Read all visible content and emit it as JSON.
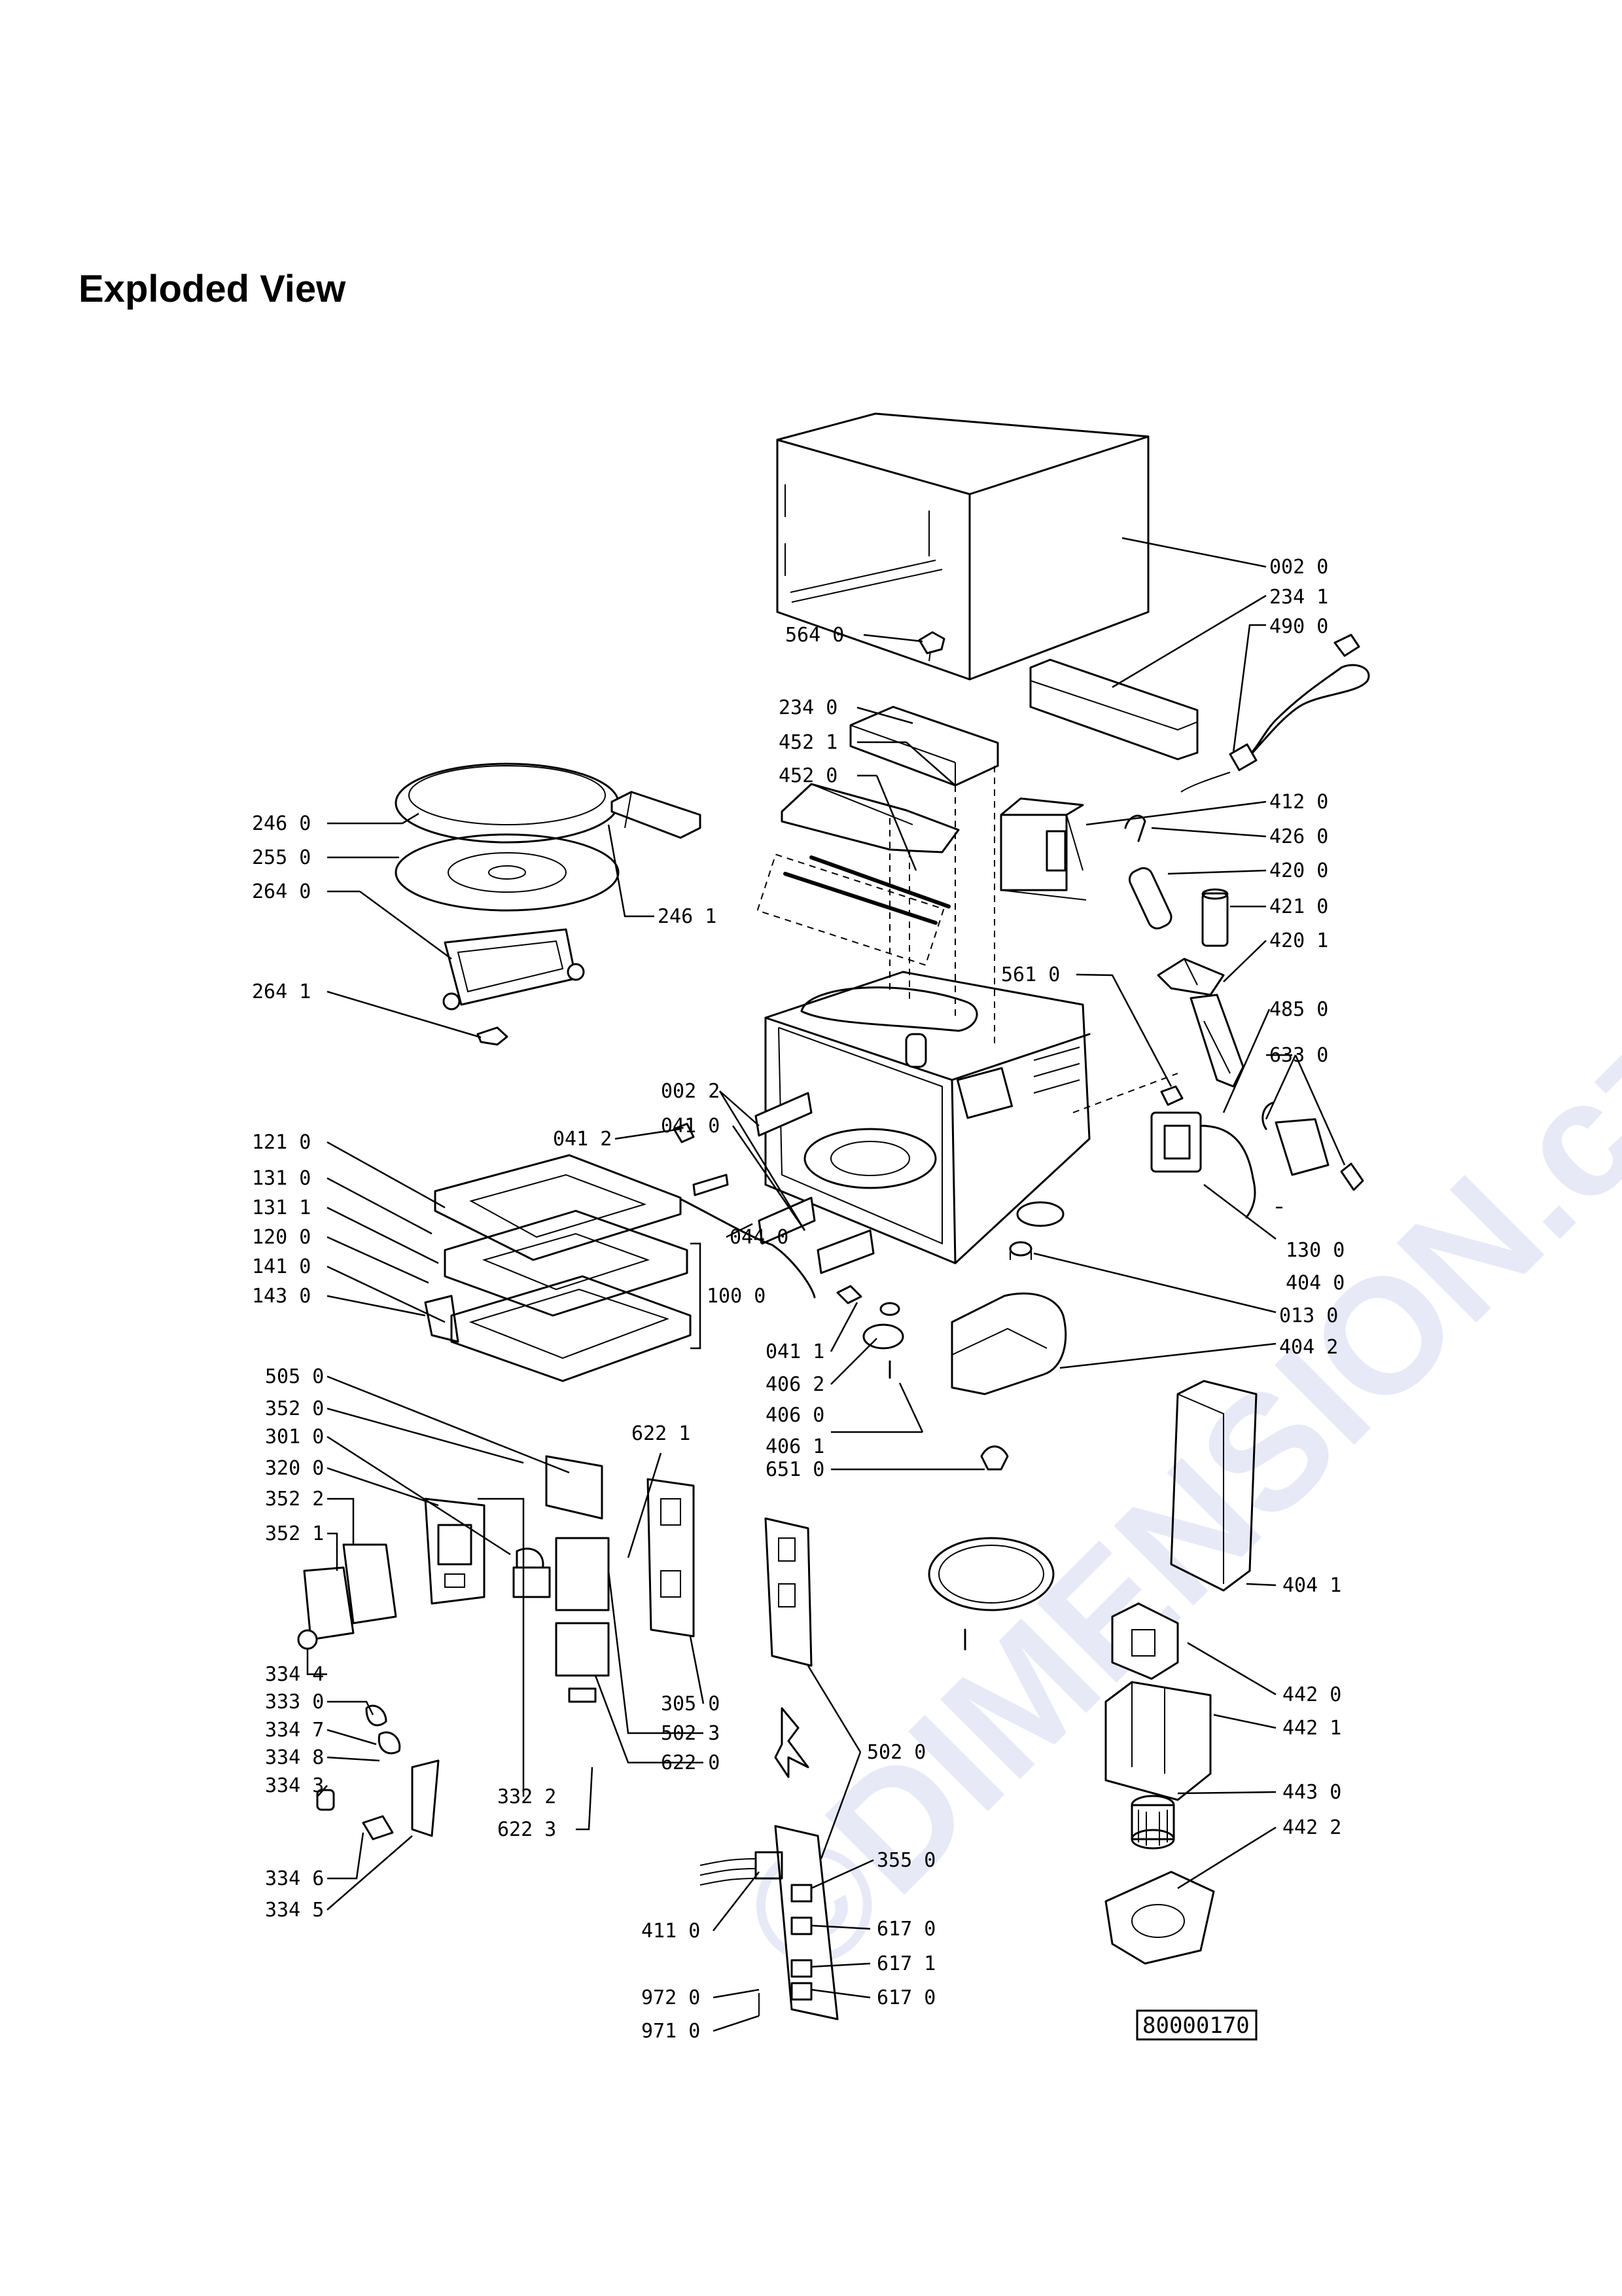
{
  "title": "Exploded View",
  "watermark": "©DIMENSION.cz",
  "reference_code": "80000170",
  "labels": {
    "p002_0": "002 0",
    "p234_1": "234 1",
    "p490_0": "490 0",
    "p564_0": "564 0",
    "p234_0": "234 0",
    "p452_1": "452 1",
    "p452_0": "452 0",
    "p412_0": "412 0",
    "p426_0": "426 0",
    "p420_0": "420 0",
    "p421_0": "421 0",
    "p420_1": "420 1",
    "p561_0": "561 0",
    "p485_0": "485 0",
    "p633_0": "633 0",
    "p246_0": "246 0",
    "p255_0": "255 0",
    "p264_0": "264 0",
    "p246_1": "246 1",
    "p264_1": "264 1",
    "p002_2": "002 2",
    "p041_0": "041 0",
    "p041_2": "041 2",
    "p044_0": "044 0",
    "p121_0": "121 0",
    "p131_0": "131 0",
    "p131_1": "131 1",
    "p120_0": "120 0",
    "p141_0": "141 0",
    "p143_0": "143 0",
    "p100_0": "100 0",
    "p130_0": "130 0",
    "p404_0": "404 0",
    "p013_0": "013 0",
    "p404_2": "404 2",
    "p041_1": "041 1",
    "p406_2": "406 2",
    "p406_0": "406 0",
    "p406_1": "406 1",
    "p651_0": "651 0",
    "p505_0": "505 0",
    "p352_0": "352 0",
    "p622_1": "622 1",
    "p301_0": "301 0",
    "p320_0": "320 0",
    "p352_2": "352 2",
    "p352_1": "352 1",
    "p404_1": "404 1",
    "p334_4": "334 4",
    "p333_0": "333 0",
    "p334_7": "334 7",
    "p334_8": "334 8",
    "p334_3": "334 3",
    "p334_6": "334 6",
    "p334_5": "334 5",
    "p305_0": "305 0",
    "p502_3": "502 3",
    "p622_0": "622 0",
    "p332_2": "332 2",
    "p622_3": "622 3",
    "p502_0": "502 0",
    "p442_0": "442 0",
    "p442_1": "442 1",
    "p443_0": "443 0",
    "p442_2": "442 2",
    "p355_0": "355 0",
    "p411_0": "411 0",
    "p617_0": "617 0",
    "p617_1": "617 1",
    "p617_0b": "617 0",
    "p972_0": "972 0",
    "p971_0": "971 0"
  }
}
